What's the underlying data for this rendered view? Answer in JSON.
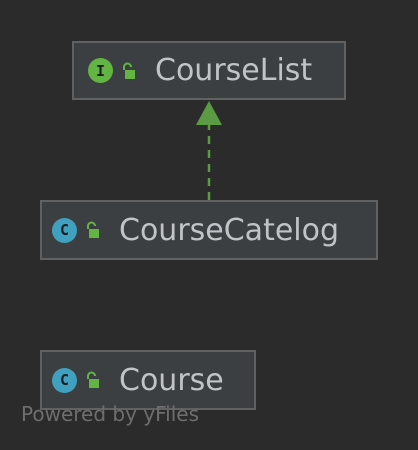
{
  "nodes": [
    {
      "id": "courselist",
      "name": "CourseList",
      "kind": "interface",
      "badge": "I",
      "icon": "interface-icon",
      "access": "public"
    },
    {
      "id": "coursecatelog",
      "name": "CourseCatelog",
      "kind": "class",
      "badge": "C",
      "icon": "class-icon",
      "access": "public"
    },
    {
      "id": "course",
      "name": "Course",
      "kind": "class",
      "badge": "C",
      "icon": "class-icon",
      "access": "public"
    }
  ],
  "edges": [
    {
      "from": "coursecatelog",
      "to": "courselist",
      "type": "realization",
      "style": "dashed"
    }
  ],
  "colors": {
    "background": "#2b2b2b",
    "node_fill": "#3c3f41",
    "node_border": "#616161",
    "text": "#c0c4c8",
    "interface_badge": "#62b543",
    "class_badge": "#40a0bf",
    "edge": "#5a9b44"
  },
  "watermark": "Powered by yFiles"
}
